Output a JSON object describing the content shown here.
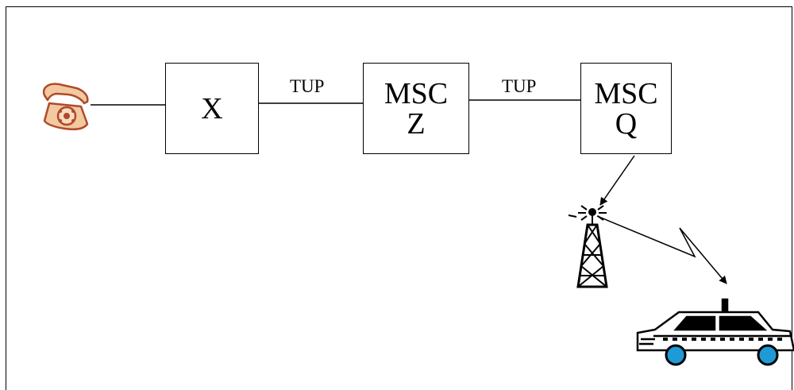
{
  "nodes": {
    "x": {
      "line1": "X",
      "line2": ""
    },
    "msc_z": {
      "line1": "MSC",
      "line2": "Z"
    },
    "msc_q": {
      "line1": "MSC",
      "line2": "Q"
    }
  },
  "edges": {
    "x_to_z": "TUP",
    "z_to_q": "TUP"
  },
  "icons": {
    "phone": "telephone-icon",
    "tower": "radio-tower-icon",
    "car": "taxi-car-icon",
    "wireless": "lightning-link-icon"
  },
  "colors": {
    "phone_fill": "#f2c9a0",
    "phone_stroke": "#b04a2a",
    "wheel_fill": "#1e9bd7",
    "line": "#000000"
  }
}
